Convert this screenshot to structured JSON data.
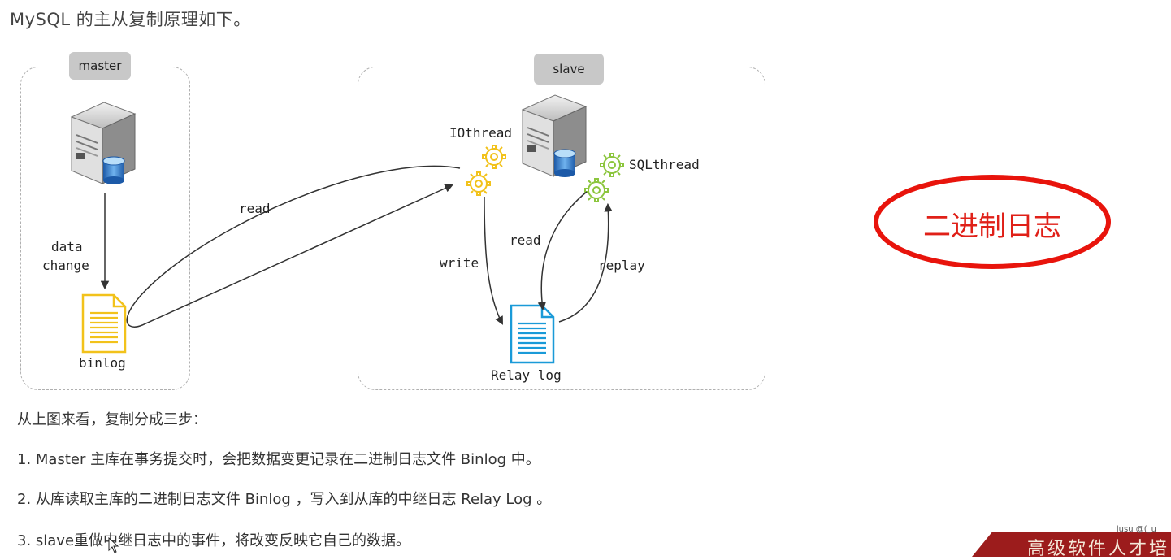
{
  "heading": "MySQL 的主从复制原理如下。",
  "master": {
    "tag": "master",
    "edge_label_line1": "data",
    "edge_label_line2": "change",
    "file_label": "binlog"
  },
  "slave": {
    "tag": "slave",
    "io_label": "IOthread",
    "sql_label": "SQLthread",
    "write_label": "write",
    "read_label": "read",
    "replay_label": "replay",
    "file_label": "Relay log"
  },
  "cross_read_label": "read",
  "highlight_oval": "二进制日志",
  "steps_intro": "从上图来看，复制分成三步：",
  "steps": [
    "1.  Master 主库在事务提交时，会把数据变更记录在二进制日志文件 Binlog 中。",
    "2.  从库读取主库的二进制日志文件 Binlog ，写入到从库的中继日志 Relay Log 。",
    "3.  slave重做中继日志中的事件，将改变反映它自己的数据。"
  ],
  "banner_text": "高级软件人才培",
  "watermark": "lusu @(_u",
  "colors": {
    "oval": "#e8140c",
    "gear_yellow": "#f2c21b",
    "gear_green": "#8cc63e",
    "binlog": "#f2c21b",
    "relaylog": "#1a9ad8"
  }
}
